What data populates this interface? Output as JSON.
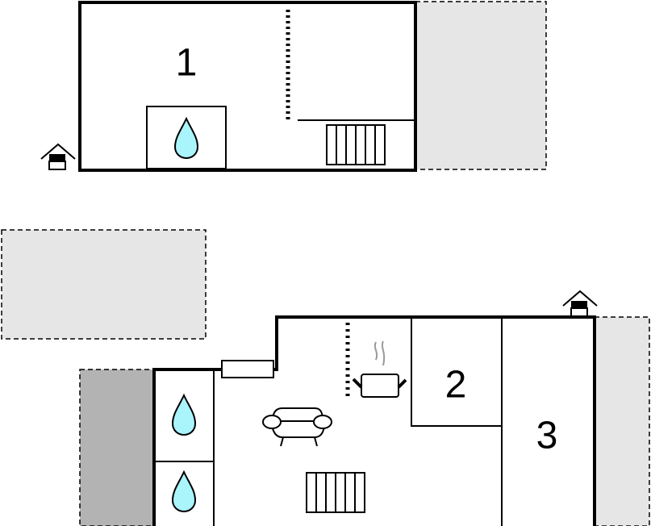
{
  "rooms": {
    "room1": "1",
    "room2": "2",
    "room3": "3"
  },
  "colors": {
    "outdoor_light": "#e6e6e6",
    "outdoor_dark": "#b3b3b3",
    "water": "#aaf4fc",
    "wall": "#000000",
    "steam": "#999999"
  },
  "icons": [
    "house-entrance-icon",
    "water-drop-icon",
    "radiator-icon",
    "stairs-icon",
    "cooking-pot-icon",
    "sofa-icon",
    "window-icon"
  ]
}
